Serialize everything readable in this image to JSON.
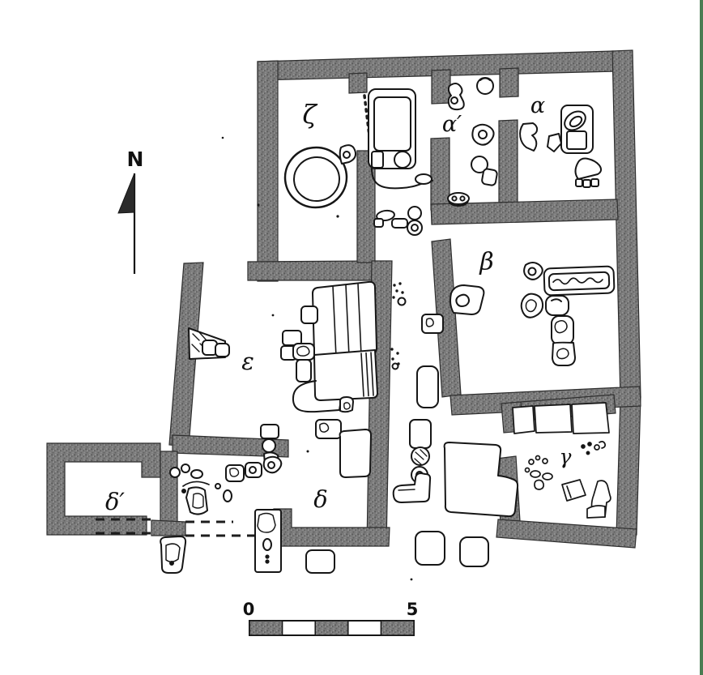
{
  "plan": {
    "type": "archaeological-floor-plan",
    "compass": {
      "label": "N"
    },
    "rooms": [
      {
        "id": "zeta",
        "label": "ζ"
      },
      {
        "id": "alpha-prime",
        "label": "α′"
      },
      {
        "id": "alpha",
        "label": "α"
      },
      {
        "id": "beta",
        "label": "β"
      },
      {
        "id": "epsilon",
        "label": "ε"
      },
      {
        "id": "delta-prime",
        "label": "δ′"
      },
      {
        "id": "delta",
        "label": "δ"
      },
      {
        "id": "gamma",
        "label": "γ"
      }
    ],
    "scale_bar": {
      "start_label": "0",
      "end_label": "5"
    },
    "colors": {
      "background": "#ffffff",
      "wall_fill": "#787878",
      "line": "#161616",
      "edge_strip": "#4a7c52"
    }
  }
}
